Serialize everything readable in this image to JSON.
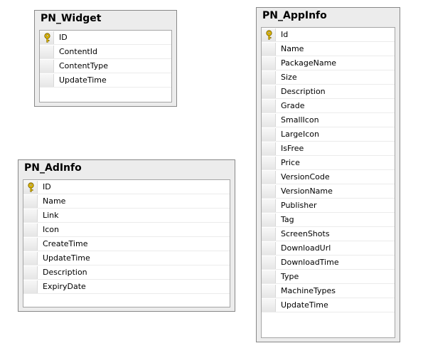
{
  "tables": {
    "widget": {
      "title": "PN_Widget",
      "columns": [
        "ID",
        "ContentId",
        "ContentType",
        "UpdateTime"
      ],
      "primary_key": "ID"
    },
    "adinfo": {
      "title": "PN_AdInfo",
      "columns": [
        "ID",
        "Name",
        "Link",
        "Icon",
        "CreateTime",
        "UpdateTime",
        "Description",
        "ExpiryDate"
      ],
      "primary_key": "ID"
    },
    "appinfo": {
      "title": "PN_AppInfo",
      "columns": [
        "Id",
        "Name",
        "PackageName",
        "Size",
        "Description",
        "Grade",
        "SmallIcon",
        "LargeIcon",
        "IsFree",
        "Price",
        "VersionCode",
        "VersionName",
        "Publisher",
        "Tag",
        "ScreenShots",
        "DownloadUrl",
        "DownloadTime",
        "Type",
        "MachineTypes",
        "UpdateTime"
      ],
      "primary_key": "Id"
    }
  },
  "icons": {
    "primary_key": "key-icon"
  },
  "colors": {
    "window_bg": "#ececec",
    "grid_bg": "#ffffff",
    "key_icon": "#e8c000"
  }
}
